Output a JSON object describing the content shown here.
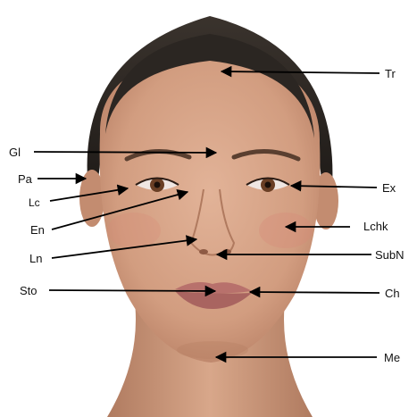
{
  "diagram": {
    "colors": {
      "background": "#ffffff",
      "skin": "#d9a88c",
      "skin_shadow": "#b57f62",
      "hair": "#2b2622",
      "lips": "#b8716c",
      "iris": "#6a3f25",
      "arrow": "#000000"
    },
    "landmarks": [
      {
        "id": "tr",
        "label": "Tr",
        "side": "right"
      },
      {
        "id": "gl",
        "label": "Gl",
        "side": "left"
      },
      {
        "id": "pa",
        "label": "Pa",
        "side": "left"
      },
      {
        "id": "ex",
        "label": "Ex",
        "side": "right"
      },
      {
        "id": "lc",
        "label": "Lc",
        "side": "left"
      },
      {
        "id": "en",
        "label": "En",
        "side": "left"
      },
      {
        "id": "lchk",
        "label": "Lchk",
        "side": "right"
      },
      {
        "id": "ln",
        "label": "Ln",
        "side": "left"
      },
      {
        "id": "subn",
        "label": "SubN",
        "side": "right"
      },
      {
        "id": "sto",
        "label": "Sto",
        "side": "left"
      },
      {
        "id": "ch",
        "label": "Ch",
        "side": "right"
      },
      {
        "id": "me",
        "label": "Me",
        "side": "right"
      }
    ]
  }
}
